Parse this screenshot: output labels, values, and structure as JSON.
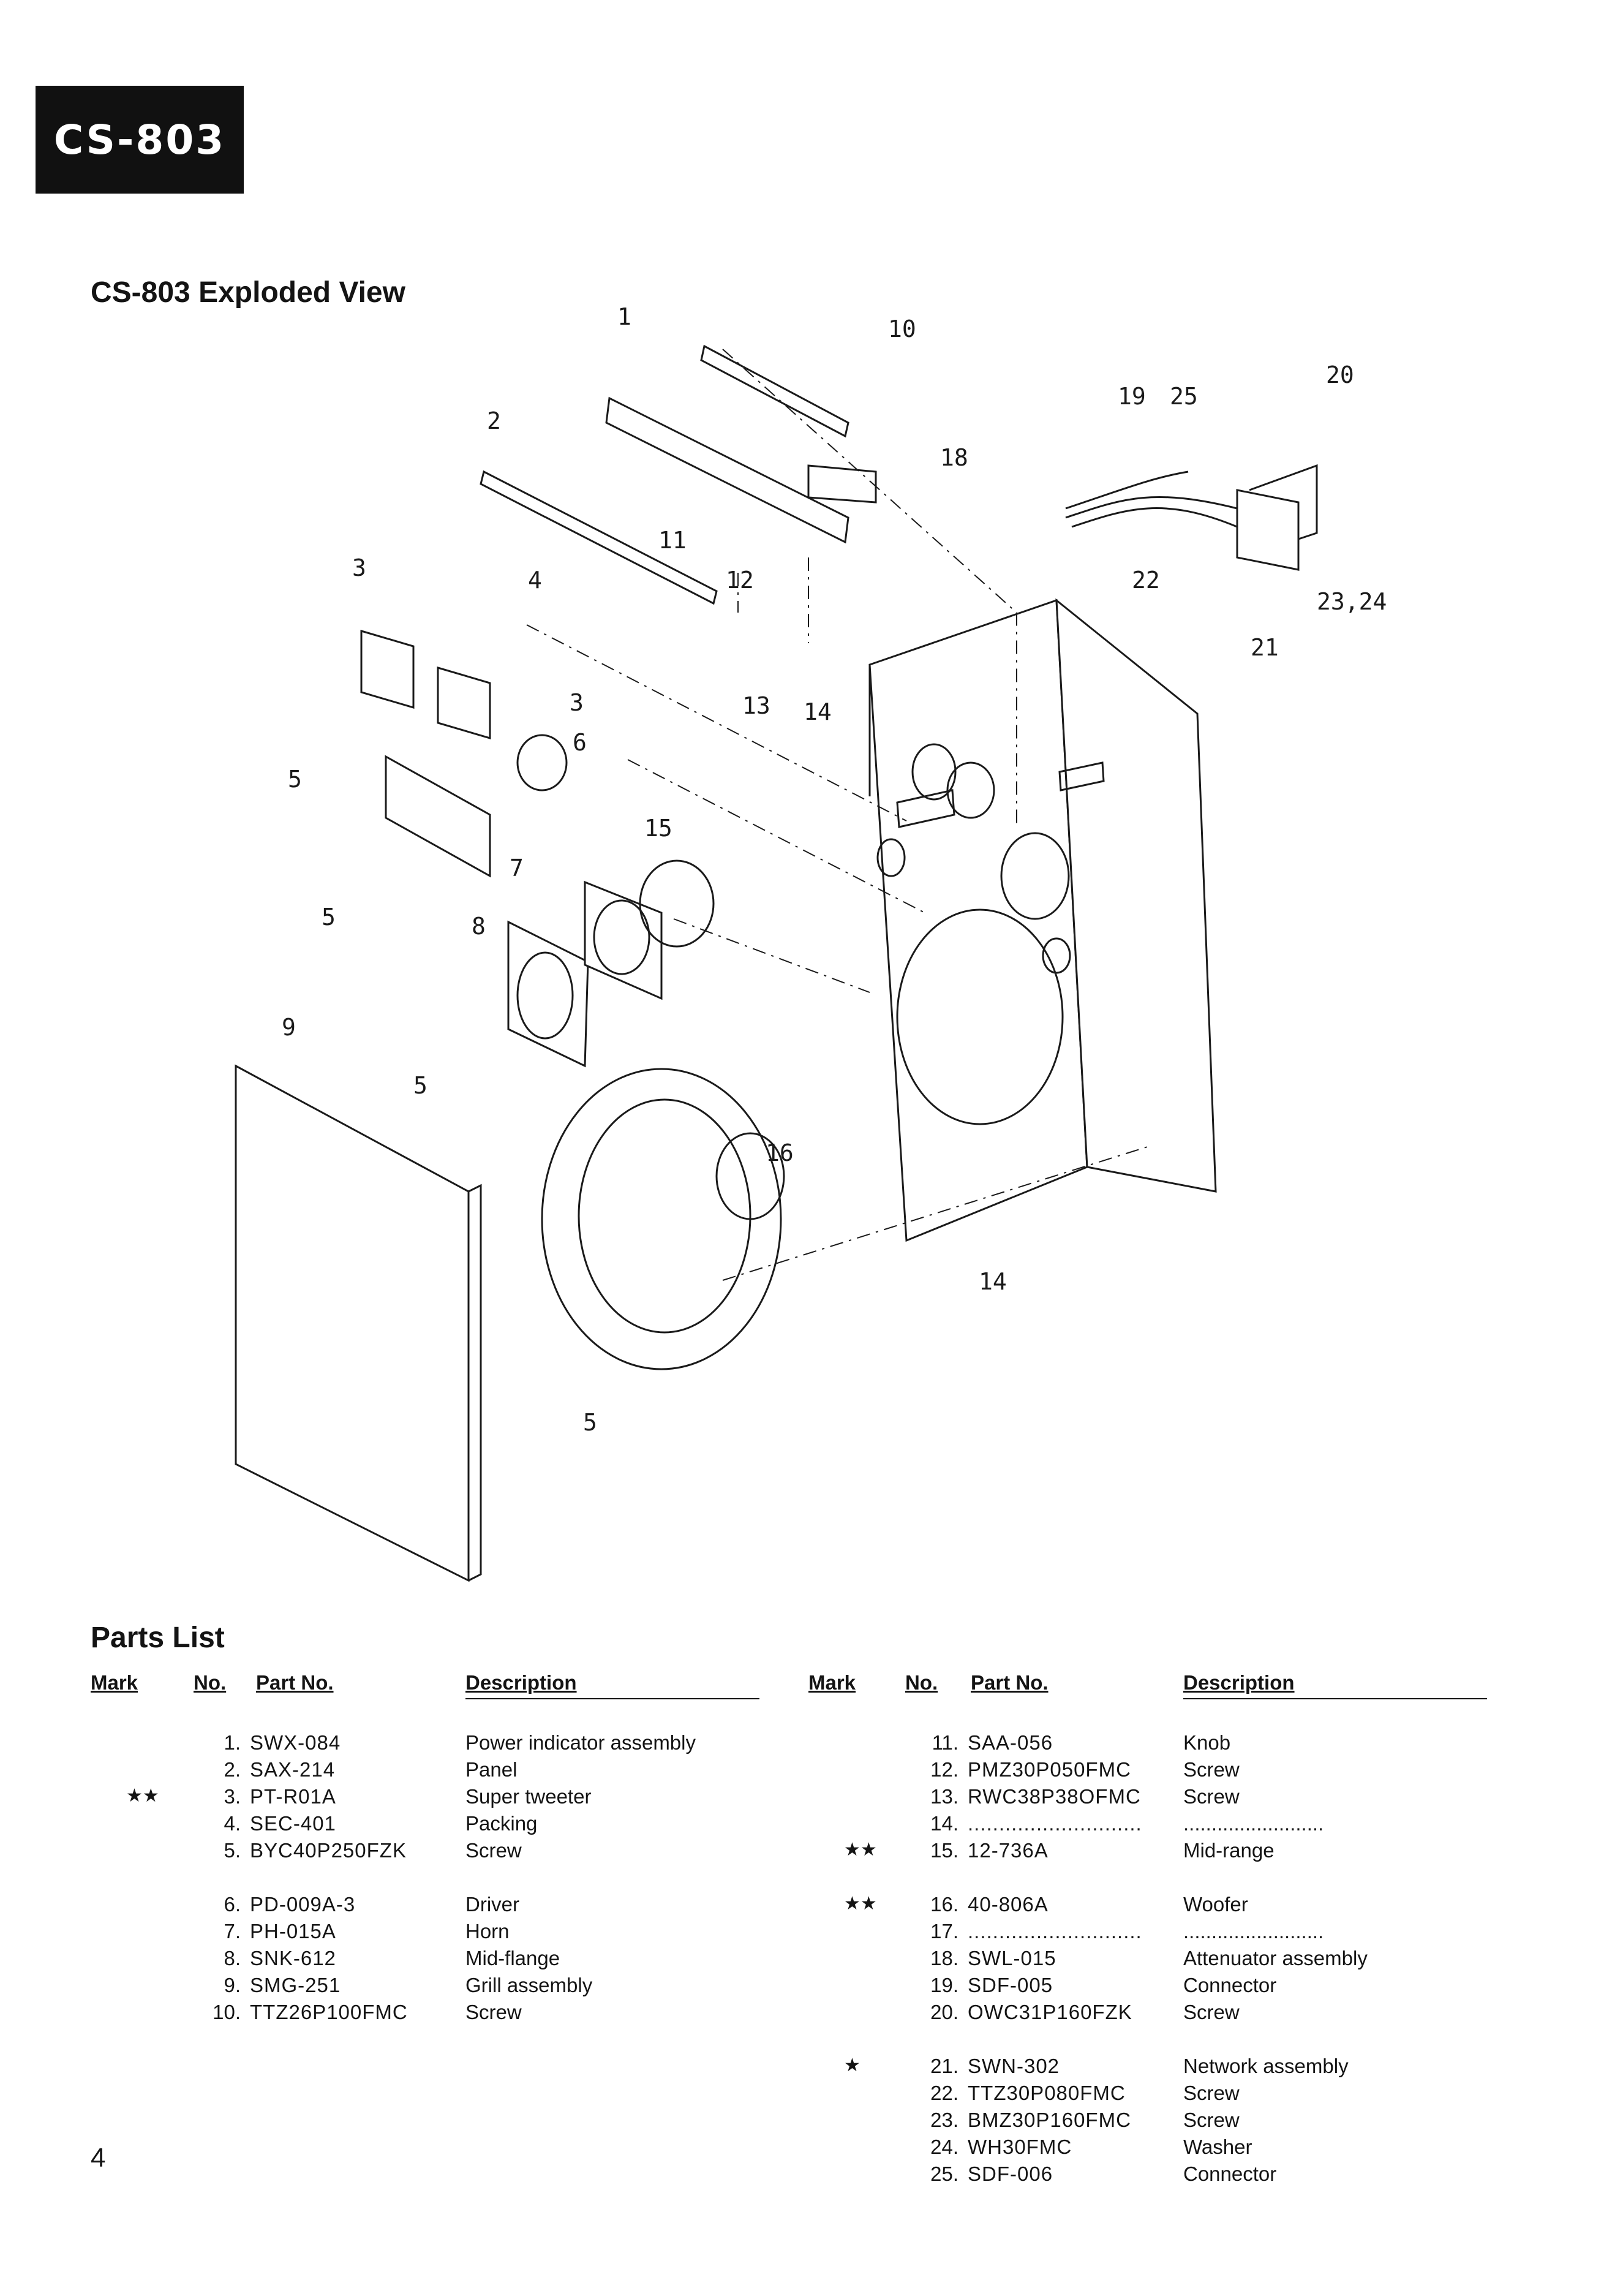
{
  "header": {
    "model_badge": "CS-803",
    "figure_title": "CS-803  Exploded View"
  },
  "diagram": {
    "callouts": [
      "1",
      "10",
      "2",
      "18",
      "19",
      "25",
      "20",
      "11",
      "12",
      "13",
      "22",
      "23,24",
      "21",
      "3",
      "4",
      "3",
      "6",
      "5",
      "14",
      "7",
      "5",
      "15",
      "8",
      "9",
      "5",
      "16",
      "14",
      "5"
    ]
  },
  "parts_list": {
    "title": "Parts List",
    "columns": {
      "mark": "Mark",
      "no": "No.",
      "part_no": "Part No.",
      "description": "Description"
    },
    "left": [
      {
        "mark": "",
        "no": "1.",
        "part_no": "SWX-084",
        "description": "Power indicator assembly"
      },
      {
        "mark": "",
        "no": "2.",
        "part_no": "SAX-214",
        "description": "Panel"
      },
      {
        "mark": "★★",
        "no": "3.",
        "part_no": "PT-R01A",
        "description": "Super tweeter"
      },
      {
        "mark": "",
        "no": "4.",
        "part_no": "SEC-401",
        "description": "Packing"
      },
      {
        "mark": "",
        "no": "5.",
        "part_no": "BYC40P250FZK",
        "description": "Screw"
      },
      {
        "mark": "",
        "no": "6.",
        "part_no": "PD-009A-3",
        "description": "Driver"
      },
      {
        "mark": "",
        "no": "7.",
        "part_no": "PH-015A",
        "description": "Horn"
      },
      {
        "mark": "",
        "no": "8.",
        "part_no": "SNK-612",
        "description": "Mid-flange"
      },
      {
        "mark": "",
        "no": "9.",
        "part_no": "SMG-251",
        "description": "Grill assembly"
      },
      {
        "mark": "",
        "no": "10.",
        "part_no": "TTZ26P100FMC",
        "description": "Screw"
      }
    ],
    "right": [
      {
        "mark": "",
        "no": "11.",
        "part_no": "SAA-056",
        "description": "Knob"
      },
      {
        "mark": "",
        "no": "12.",
        "part_no": "PMZ30P050FMC",
        "description": "Screw"
      },
      {
        "mark": "",
        "no": "13.",
        "part_no": "RWC38P38OFMC",
        "description": "Screw"
      },
      {
        "mark": "",
        "no": "14.",
        "part_no": "............................",
        "description": "........................."
      },
      {
        "mark": "★★",
        "no": "15.",
        "part_no": "12-736A",
        "description": "Mid-range"
      },
      {
        "mark": "★★",
        "no": "16.",
        "part_no": "40-806A",
        "description": "Woofer"
      },
      {
        "mark": "",
        "no": "17.",
        "part_no": "............................",
        "description": "........................."
      },
      {
        "mark": "",
        "no": "18.",
        "part_no": "SWL-015",
        "description": "Attenuator assembly"
      },
      {
        "mark": "",
        "no": "19.",
        "part_no": "SDF-005",
        "description": "Connector"
      },
      {
        "mark": "",
        "no": "20.",
        "part_no": "OWC31P160FZK",
        "description": "Screw"
      },
      {
        "mark": "★",
        "no": "21.",
        "part_no": "SWN-302",
        "description": "Network assembly"
      },
      {
        "mark": "",
        "no": "22.",
        "part_no": "TTZ30P080FMC",
        "description": "Screw"
      },
      {
        "mark": "",
        "no": "23.",
        "part_no": "BMZ30P160FMC",
        "description": "Screw"
      },
      {
        "mark": "",
        "no": "24.",
        "part_no": "WH30FMC",
        "description": "Washer"
      },
      {
        "mark": "",
        "no": "25.",
        "part_no": "SDF-006",
        "description": "Connector"
      }
    ]
  },
  "footer": {
    "page_number": "4"
  }
}
